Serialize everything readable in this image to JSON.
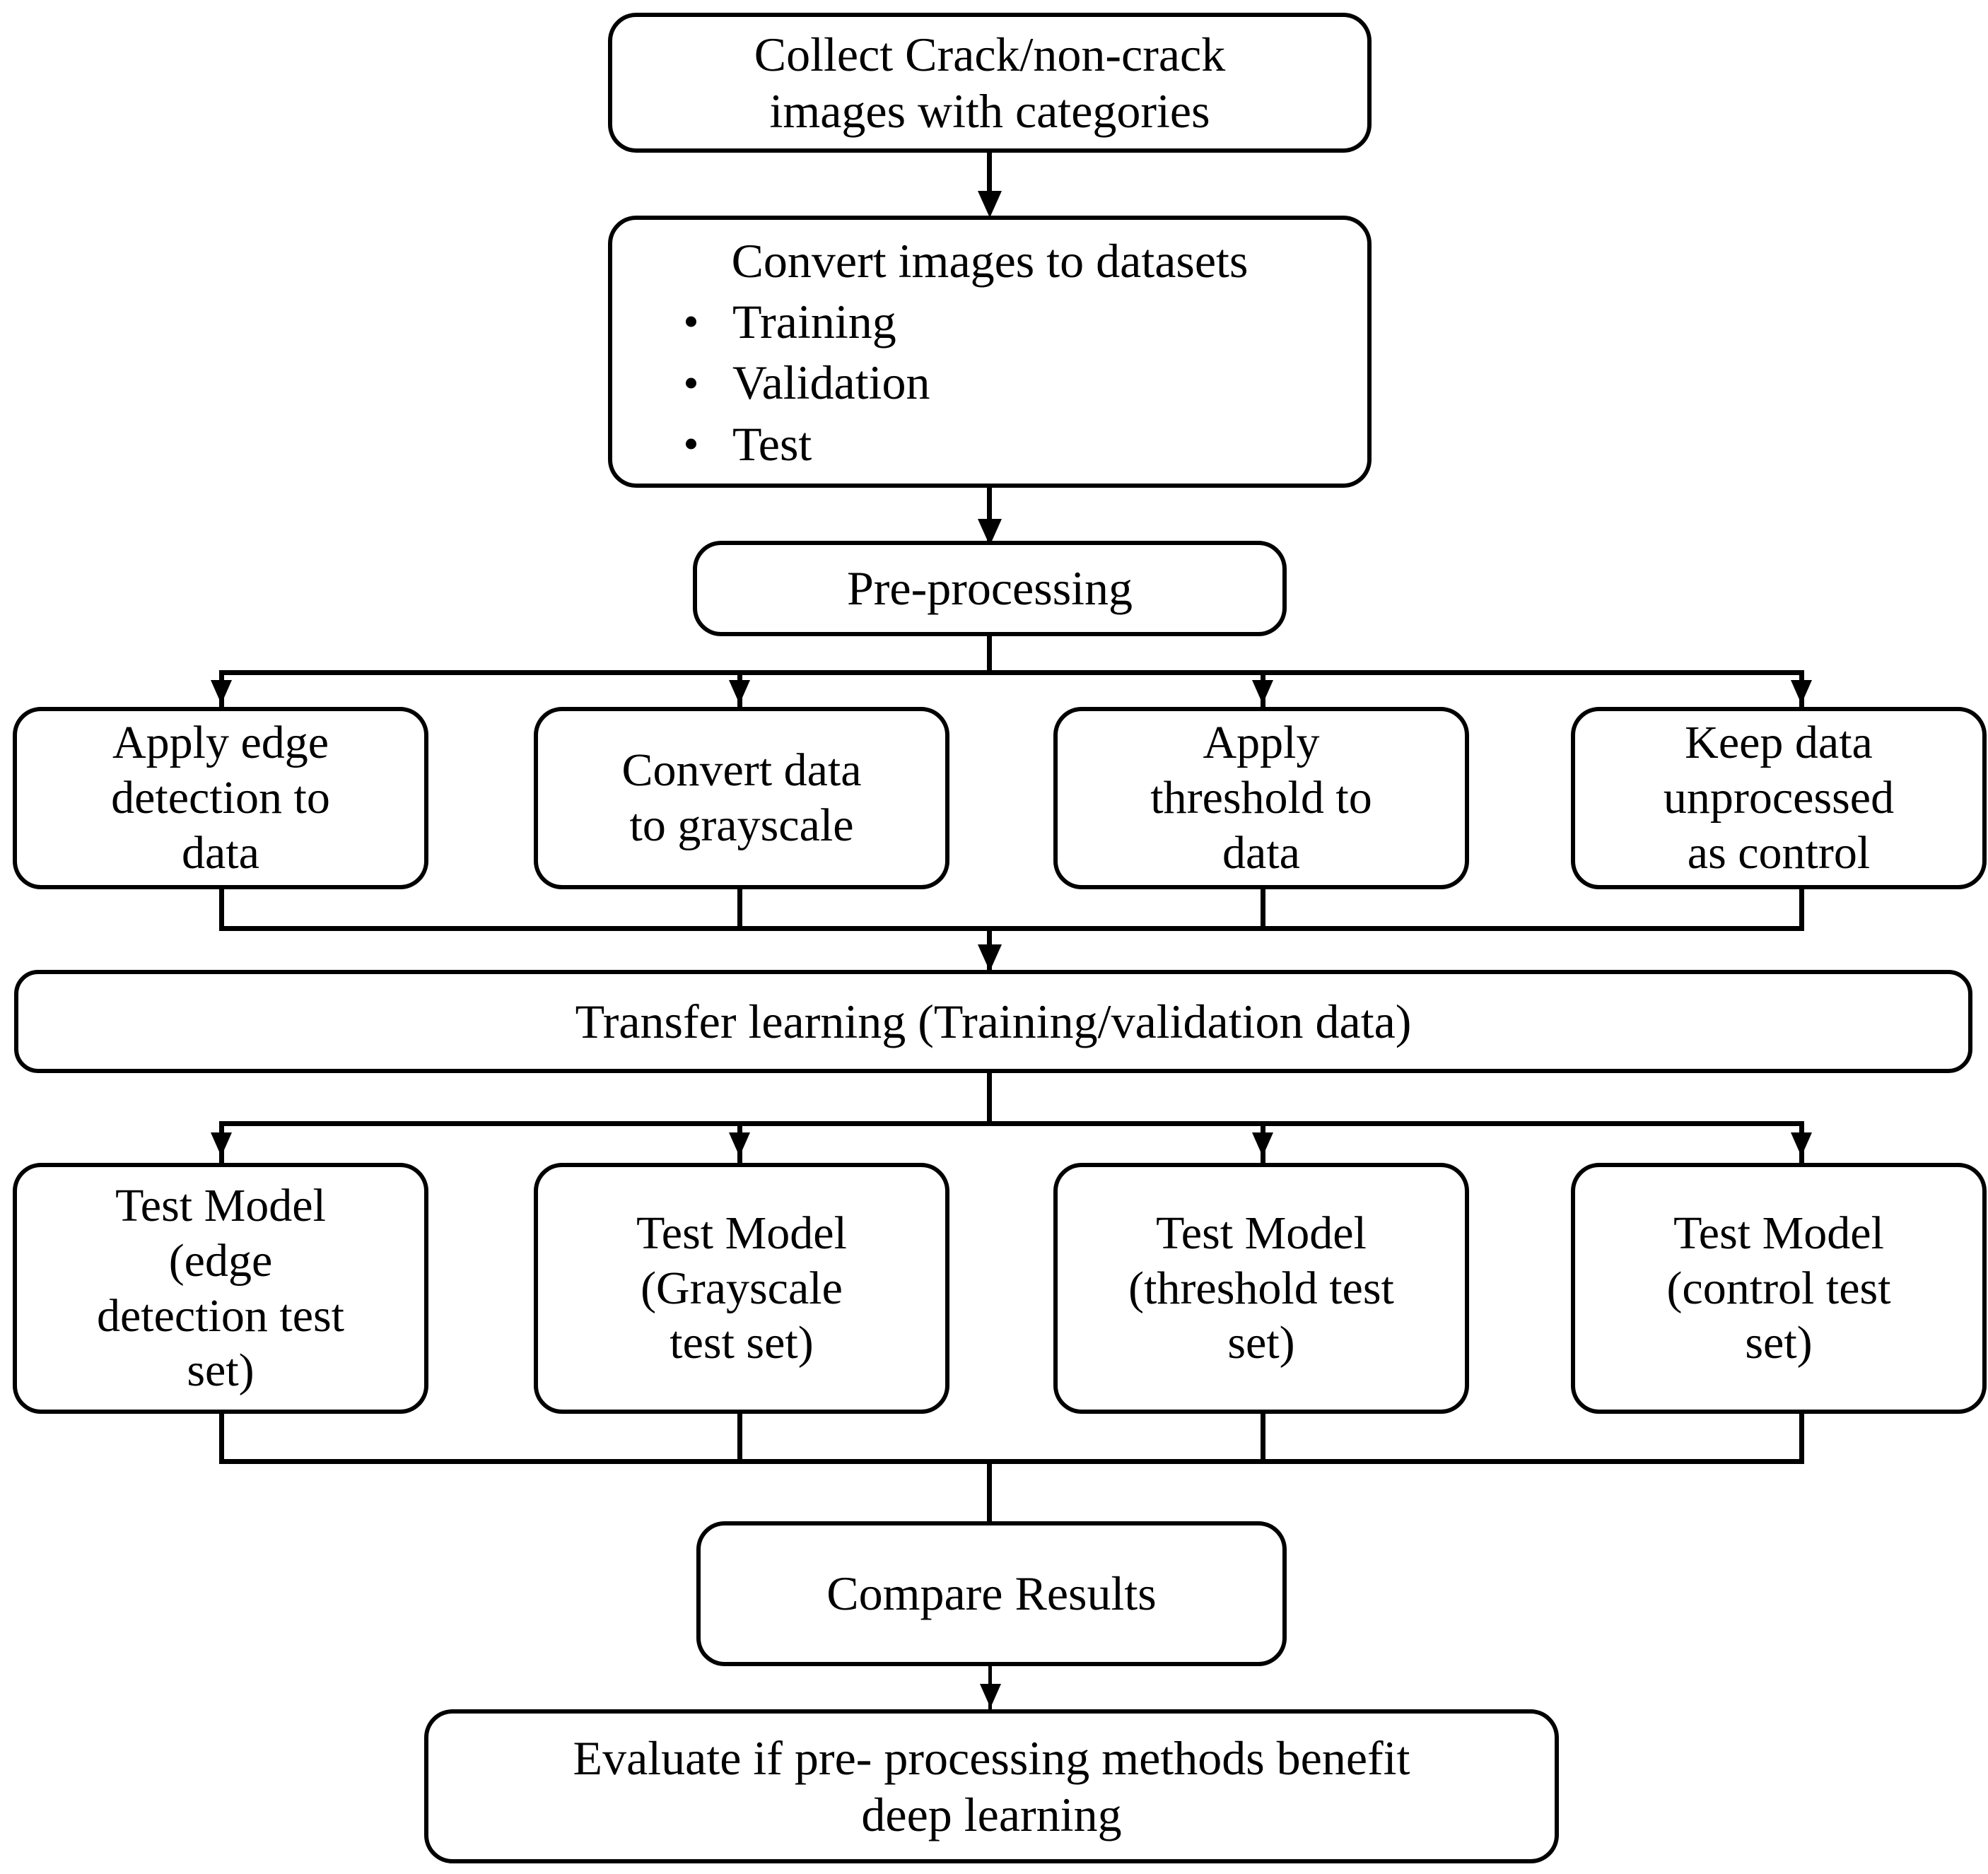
{
  "diagram": {
    "title": "Crack detection pre-processing experiment flowchart",
    "type": "flowchart",
    "background_color": "#ffffff",
    "line_color": "#000000",
    "nodes": {
      "collect": {
        "label": "Collect Crack/non-crack\nimages with categories"
      },
      "convert": {
        "heading": "Convert images to datasets",
        "bullets": [
          "Training",
          "Validation",
          "Test"
        ]
      },
      "preprocessing": {
        "label": "Pre-processing"
      },
      "branch_edge": {
        "label": "Apply edge\ndetection to\ndata"
      },
      "branch_gray": {
        "label": "Convert data\nto grayscale"
      },
      "branch_threshold": {
        "label": "Apply\nthreshold to\ndata"
      },
      "branch_control": {
        "label": "Keep data\nunprocessed\nas control"
      },
      "transfer_learning": {
        "label": "Transfer learning (Training/validation data)"
      },
      "test_edge": {
        "label": "Test Model\n(edge\ndetection test\nset)"
      },
      "test_gray": {
        "label": "Test Model\n(Grayscale\ntest set)"
      },
      "test_threshold": {
        "label": "Test Model\n(threshold test\nset)"
      },
      "test_control": {
        "label": "Test Model\n(control test\nset)"
      },
      "compare": {
        "label": "Compare Results"
      },
      "evaluate": {
        "label": "Evaluate if pre- processing methods benefit\ndeep learning"
      }
    }
  }
}
